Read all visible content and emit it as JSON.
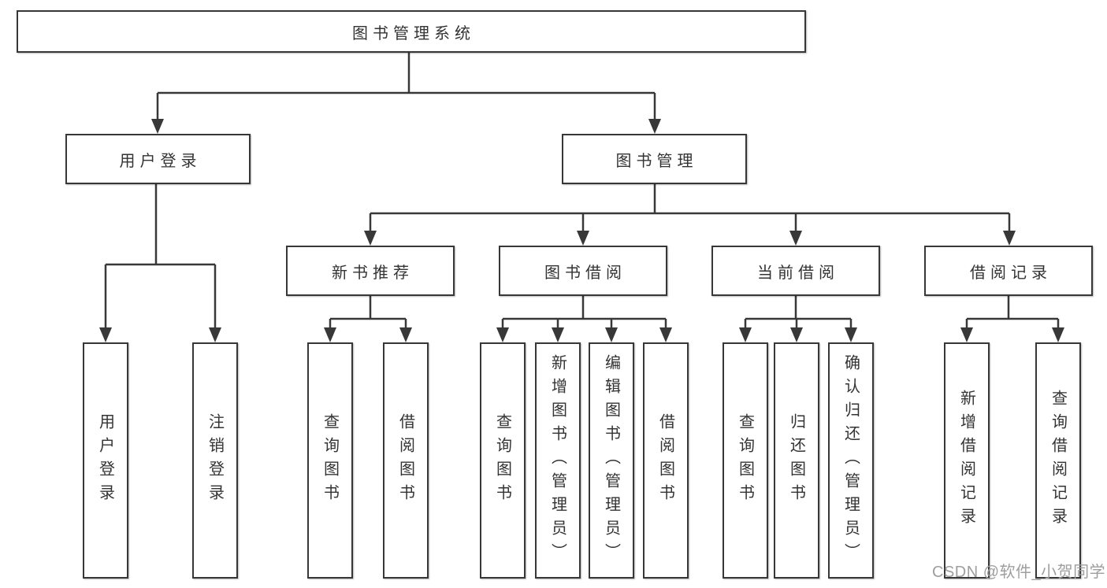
{
  "diagram": {
    "root": {
      "label": "图书管理系统"
    },
    "branches": [
      {
        "label": "用户登录",
        "children": [
          {
            "label": "用户登录"
          },
          {
            "label": "注销登录"
          }
        ]
      },
      {
        "label": "图书管理",
        "children": [
          {
            "label": "新书推荐",
            "children": [
              {
                "label": "查询图书"
              },
              {
                "label": "借阅图书"
              }
            ]
          },
          {
            "label": "图书借阅",
            "children": [
              {
                "label": "查询图书"
              },
              {
                "label": "新增图书（管理员）"
              },
              {
                "label": "编辑图书（管理员）"
              },
              {
                "label": "借阅图书"
              }
            ]
          },
          {
            "label": "当前借阅",
            "children": [
              {
                "label": "查询图书"
              },
              {
                "label": "归还图书"
              },
              {
                "label": "确认归还（管理员）"
              }
            ]
          },
          {
            "label": "借阅记录",
            "children": [
              {
                "label": "新增借阅记录"
              },
              {
                "label": "查询借阅记录"
              }
            ]
          }
        ]
      }
    ]
  },
  "watermark": {
    "text": "CSDN @软件_小贺同学"
  },
  "colors": {
    "line": "#383838",
    "box_border": "#373737",
    "box_bg": "#ffffff",
    "text": "#333333",
    "background": "#ffffff",
    "watermark": "#9e9e9e"
  }
}
